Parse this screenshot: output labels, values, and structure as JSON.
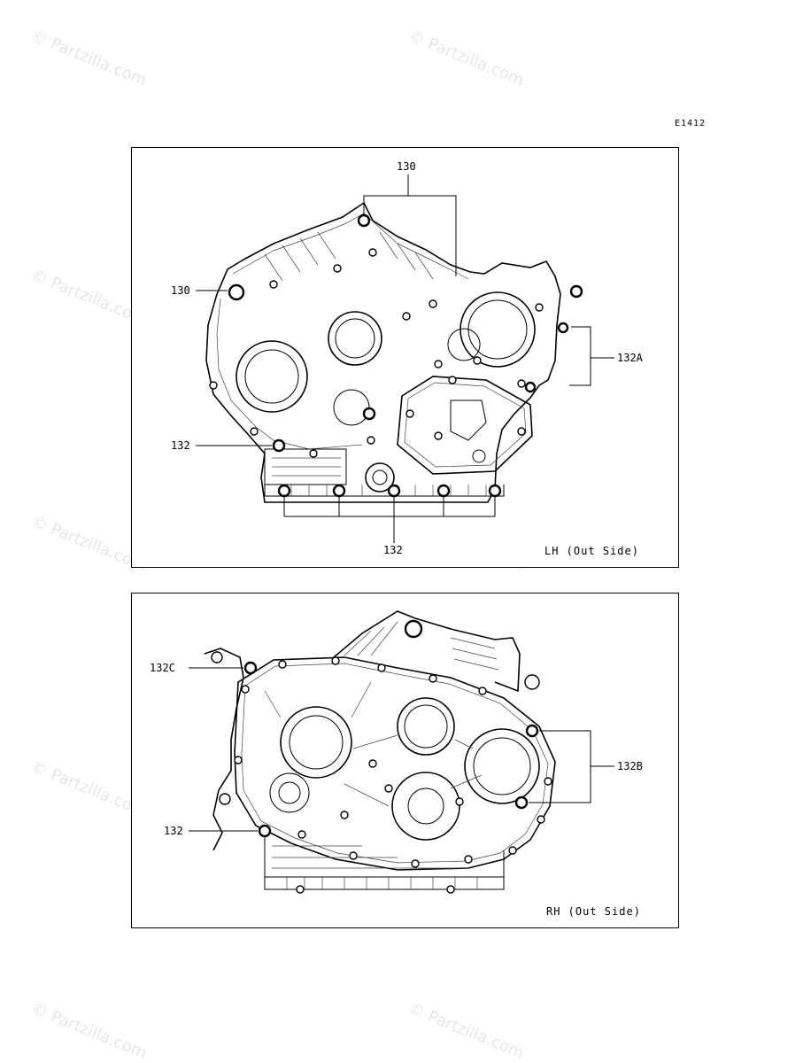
{
  "diagram_code": "E1412",
  "watermark": "© Partzilla.com",
  "watermark_color": "#d8d8d8",
  "panels": {
    "lh": {
      "side_label": "LH (Out Side)",
      "callouts": {
        "top": "130",
        "left": "130",
        "right": "132A",
        "left_lower": "132",
        "bottom": "132"
      }
    },
    "rh": {
      "side_label": "RH (Out Side)",
      "callouts": {
        "left_upper": "132C",
        "right": "132B",
        "left_lower": "132"
      }
    }
  }
}
